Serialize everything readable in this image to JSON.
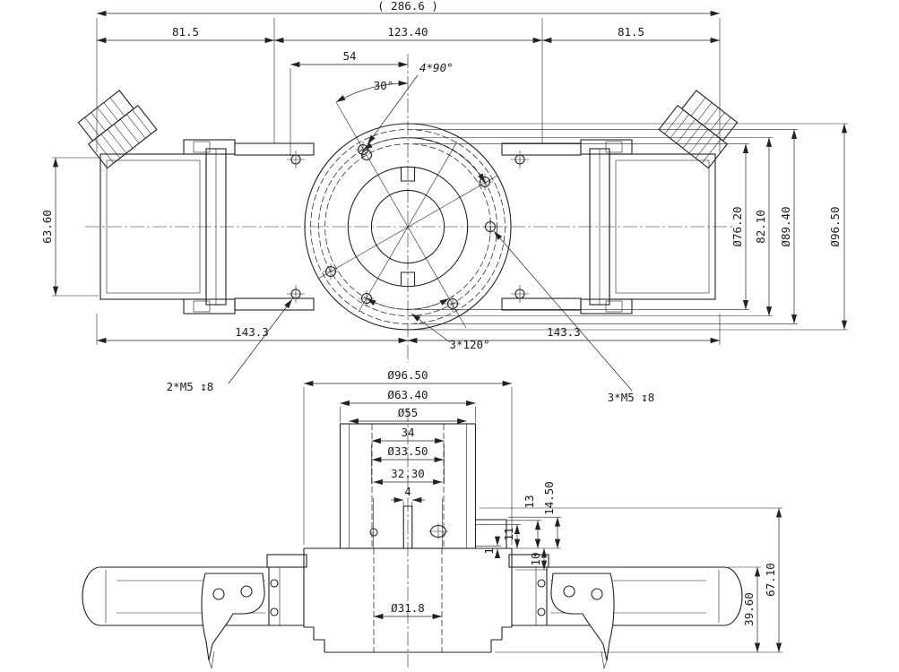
{
  "top_view": {
    "overall": "( 286.6 )",
    "span_left": "81.5",
    "span_center": "123.40",
    "span_right": "81.5",
    "pin_span": "54",
    "holes_four": "4*90°",
    "angle_thirty": "30°",
    "body_height": "63.60",
    "dia_76": "Ø76.20",
    "dim_82": "82.10",
    "dia_89": "Ø89.40",
    "dia_96": "Ø96.50",
    "reach_left": "143.3",
    "reach_right": "143.3",
    "holes_three": "3*120°",
    "tap_two": "2*M5 ↧8",
    "tap_three": "3*M5 ↧8"
  },
  "side_view": {
    "dia_96": "Ø96.50",
    "dia_63": "Ø63.40",
    "dia_55": "Ø55",
    "width_34": "34",
    "dia_33_5": "Ø33.50",
    "width_32_3": "32.30",
    "slot_4": "4",
    "h_13": "13",
    "h_14_5": "14.50",
    "h_11": "11",
    "h_10": "10",
    "h_1": "1",
    "dia_31_8": "Ø31.8",
    "h_39_6": "39.60",
    "h_67_1": "67.10"
  }
}
